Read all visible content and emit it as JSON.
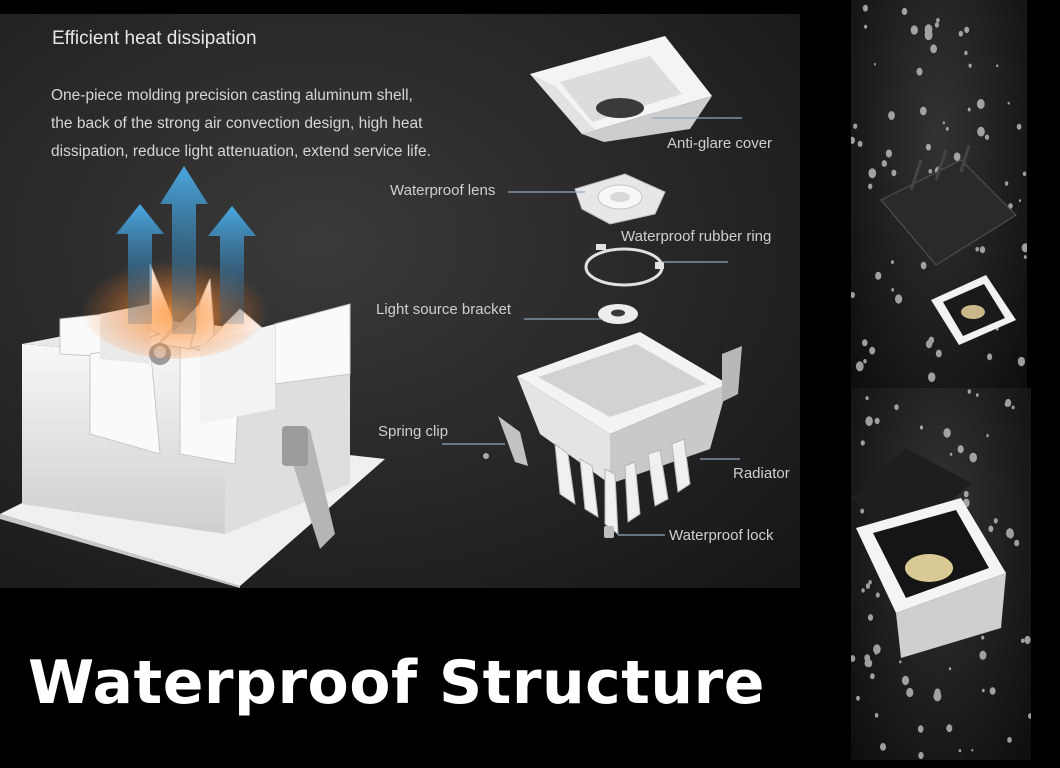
{
  "heading": "Efficient heat dissipation",
  "description": [
    "One-piece molding precision casting aluminum shell,",
    "the back of the strong air convection design, high heat",
    "dissipation, reduce light attenuation, extend service life."
  ],
  "labels": {
    "anti_glare_cover": "Anti-glare cover",
    "waterproof_lens": "Waterproof lens",
    "waterproof_rubber_ring": "Waterproof rubber ring",
    "light_source_bracket": "Light source bracket",
    "spring_clip": "Spring clip",
    "radiator": "Radiator",
    "waterproof_lock": "Waterproof lock"
  },
  "banner": "Waterproof Structure",
  "colors": {
    "airflow_orange": "#e8873a",
    "airflow_blue": "#3c9bd6",
    "part_white": "#f2f2f2"
  },
  "icons": [
    "airflow-arrow-icon"
  ]
}
